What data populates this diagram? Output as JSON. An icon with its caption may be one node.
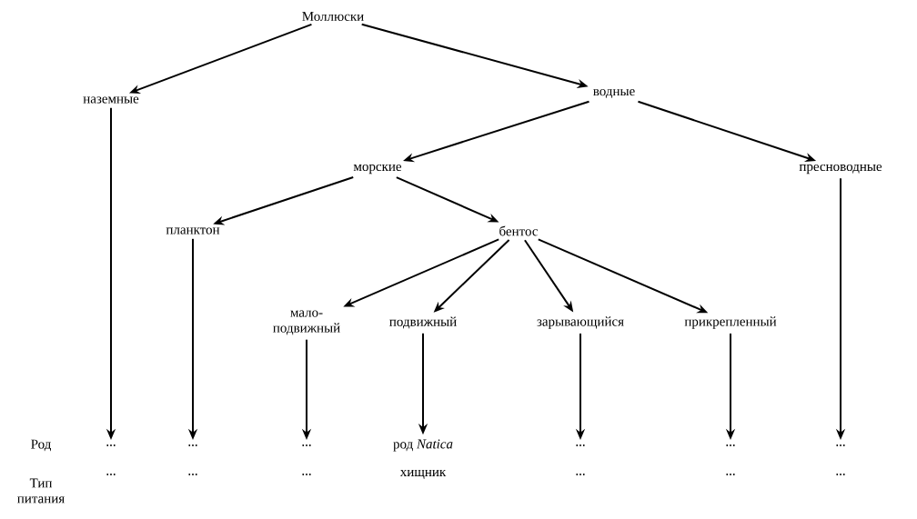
{
  "diagram": {
    "nodes": [
      {
        "text": [
          "Моллюски"
        ]
      },
      {
        "text": [
          "наземные"
        ]
      },
      {
        "text": [
          "водные"
        ]
      },
      {
        "text": [
          "морские"
        ]
      },
      {
        "text": [
          "пресноводные"
        ]
      },
      {
        "text": [
          "планктон"
        ]
      },
      {
        "text": [
          "бентос"
        ]
      },
      {
        "text": [
          "мало- подвижный"
        ]
      },
      {
        "text": [
          "подвижный"
        ]
      },
      {
        "text": [
          "зарывающийся"
        ]
      },
      {
        "text": [
          "прикрепленный"
        ]
      },
      {
        "text": [
          "..."
        ]
      },
      {
        "text": [
          "..."
        ]
      },
      {
        "text": [
          "..."
        ]
      },
      {
        "text": [
          "род *Natica*"
        ]
      },
      {
        "text": [
          "..."
        ]
      },
      {
        "text": [
          "..."
        ]
      },
      {
        "text": [
          "..."
        ]
      }
    ],
    "edges": [
      {
        "from": 0,
        "to": 1,
        "arrow": "to"
      },
      {
        "from": 0,
        "to": 2,
        "arrow": "to"
      },
      {
        "from": 2,
        "to": 3,
        "arrow": "to"
      },
      {
        "from": 2,
        "to": 4,
        "arrow": "to"
      },
      {
        "from": 3,
        "to": 5,
        "arrow": "to"
      },
      {
        "from": 3,
        "to": 6,
        "arrow": "to"
      },
      {
        "from": 6,
        "to": 7,
        "arrow": "to"
      },
      {
        "from": 6,
        "to": 8,
        "arrow": "to"
      },
      {
        "from": 6,
        "to": 9,
        "arrow": "to"
      },
      {
        "from": 6,
        "to": 10,
        "arrow": "to"
      },
      {
        "from": 1,
        "to": 11,
        "arrow": "to"
      },
      {
        "from": 5,
        "to": 12,
        "arrow": "to"
      },
      {
        "from": 7,
        "to": 13,
        "arrow": "to"
      },
      {
        "from": 8,
        "to": 14,
        "arrow": "to"
      },
      {
        "from": 9,
        "to": 15,
        "arrow": "to"
      },
      {
        "from": 10,
        "to": 16,
        "arrow": "to"
      },
      {
        "from": 4,
        "to": 17,
        "arrow": "to"
      }
    ],
    "labels": [
      "Род",
      "Тип питания",
      "...",
      "...",
      "...",
      "хищник",
      "...",
      "...",
      "..."
    ]
  }
}
